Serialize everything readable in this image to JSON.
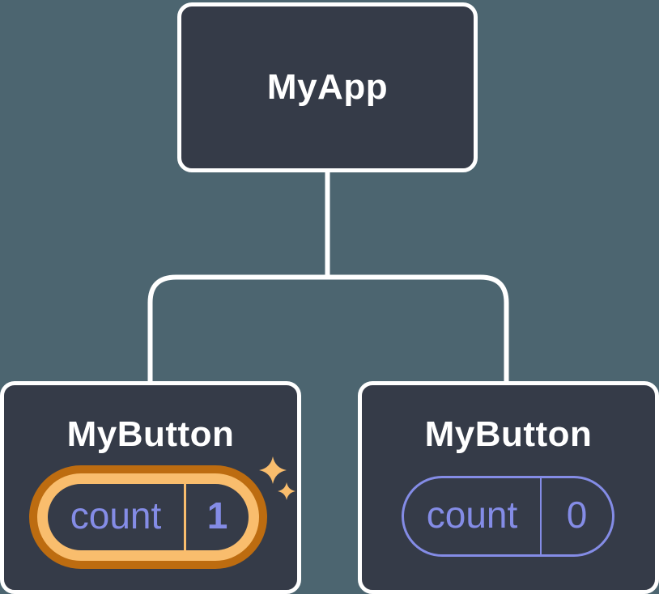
{
  "diagram": {
    "root": {
      "label": "MyApp"
    },
    "children": [
      {
        "label": "MyButton",
        "state": {
          "name": "count",
          "value": "1"
        },
        "highlighted": true
      },
      {
        "label": "MyButton",
        "state": {
          "name": "count",
          "value": "0"
        },
        "highlighted": false
      }
    ]
  },
  "colors": {
    "background": "#4c6570",
    "node-fill": "#353b48",
    "node-border": "#ffffff",
    "connector": "#ffffff",
    "text-white": "#ffffff",
    "purple": "#848ce6",
    "glow-outer": "#bd6c10",
    "glow-inner": "#f9bd6d",
    "sparkle": "#f9bd6d"
  }
}
